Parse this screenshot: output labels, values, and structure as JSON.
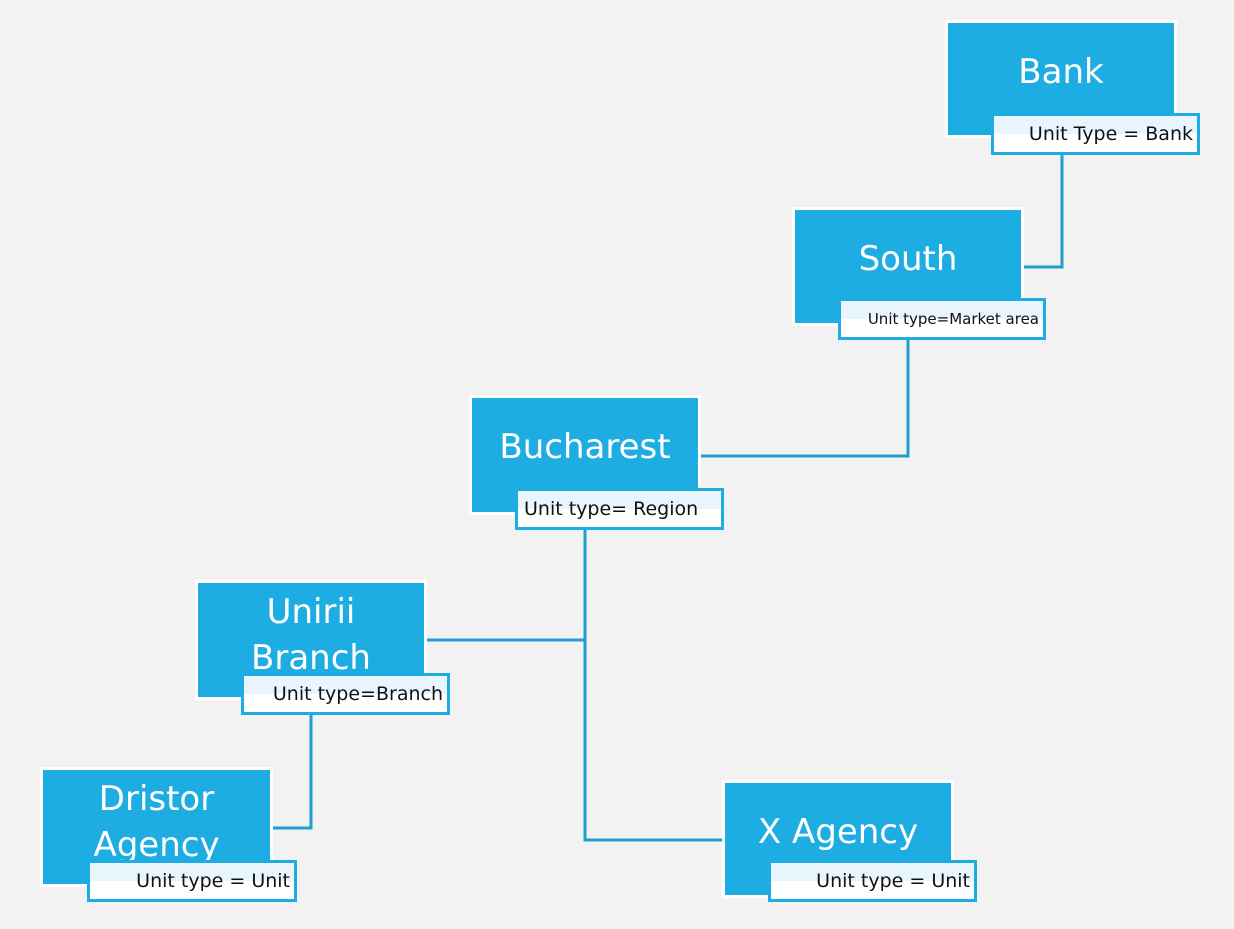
{
  "colors": {
    "node": "#1eade2",
    "connector": "#1e9fd0",
    "background": "#f2f2f2"
  },
  "nodes": [
    {
      "name": "Bank",
      "unit_type": "Unit Type = Bank"
    },
    {
      "name": "South",
      "unit_type": "Unit type=Market area"
    },
    {
      "name": "Bucharest",
      "unit_type": "Unit type=  Region"
    },
    {
      "name": "Unirii Branch",
      "unit_type": "Unit type=Branch"
    },
    {
      "name": "Dristor Agency",
      "unit_type": "Unit type = Unit"
    },
    {
      "name": "X Agency",
      "unit_type": "Unit type = Unit"
    }
  ]
}
